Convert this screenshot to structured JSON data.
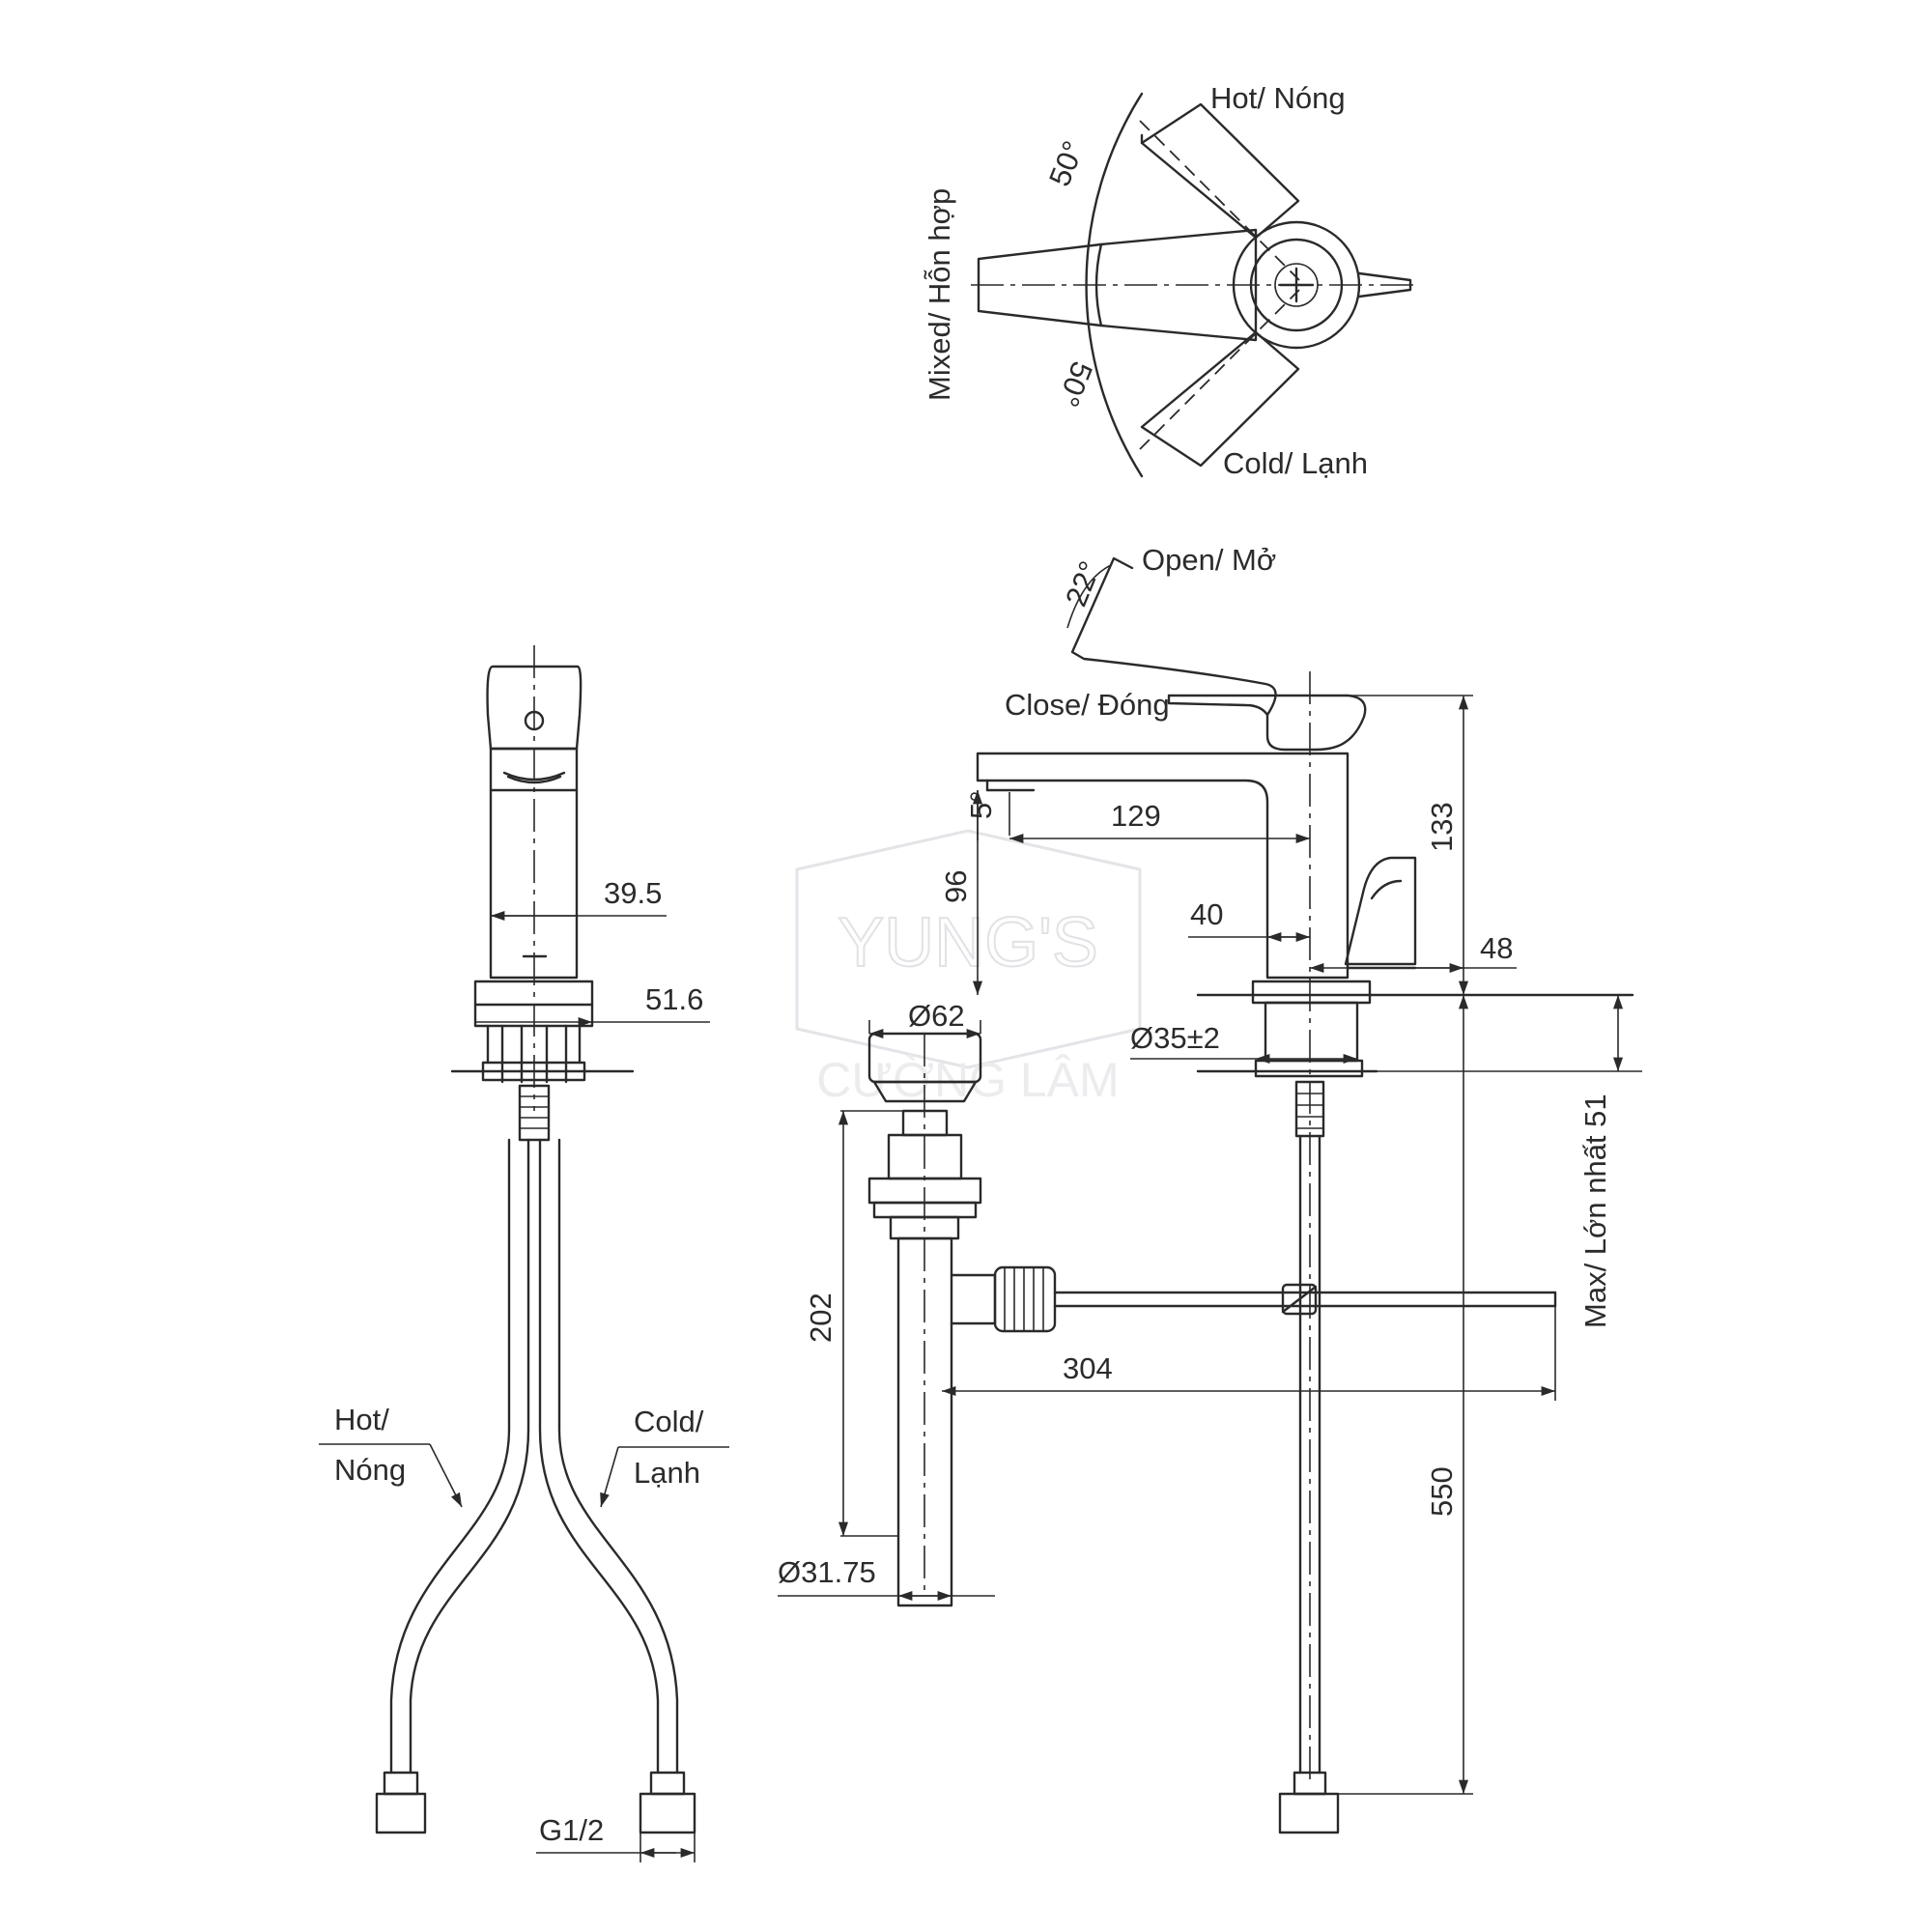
{
  "watermark": {
    "brand": "YUNG'S",
    "sub": "CƯỜNG LÂM"
  },
  "plan_view": {
    "hot": "Hot/ Nóng",
    "cold": "Cold/ Lạnh",
    "mixed": "Mixed/ Hỗn hợp",
    "angle_top": "50°",
    "angle_bottom": "50°"
  },
  "side_view": {
    "open": "Open/ Mở",
    "close": "Close/ Đóng",
    "angle_open": "22°",
    "angle_spout": "5°",
    "dim_spout_reach": "129",
    "dim_spout_height": "96",
    "dim_total_height": "133",
    "dim_handle_offset": "40",
    "dim_handle_depth": "48",
    "dim_waste_cap": "Ø62",
    "dim_mount_hole": "Ø35±2",
    "dim_deck_max": "Max/ Lớn nhất 51",
    "dim_waste_length": "202",
    "dim_rod_length": "304",
    "dim_waste_pipe": "Ø31.75",
    "dim_hose_length": "550"
  },
  "front_view": {
    "dim_body_width": "39.5",
    "dim_base_width": "51.6",
    "hot_line1": "Hot/",
    "hot_line2": "Nóng",
    "cold_line1": "Cold/",
    "cold_line2": "Lạnh",
    "thread": "G1/2"
  }
}
